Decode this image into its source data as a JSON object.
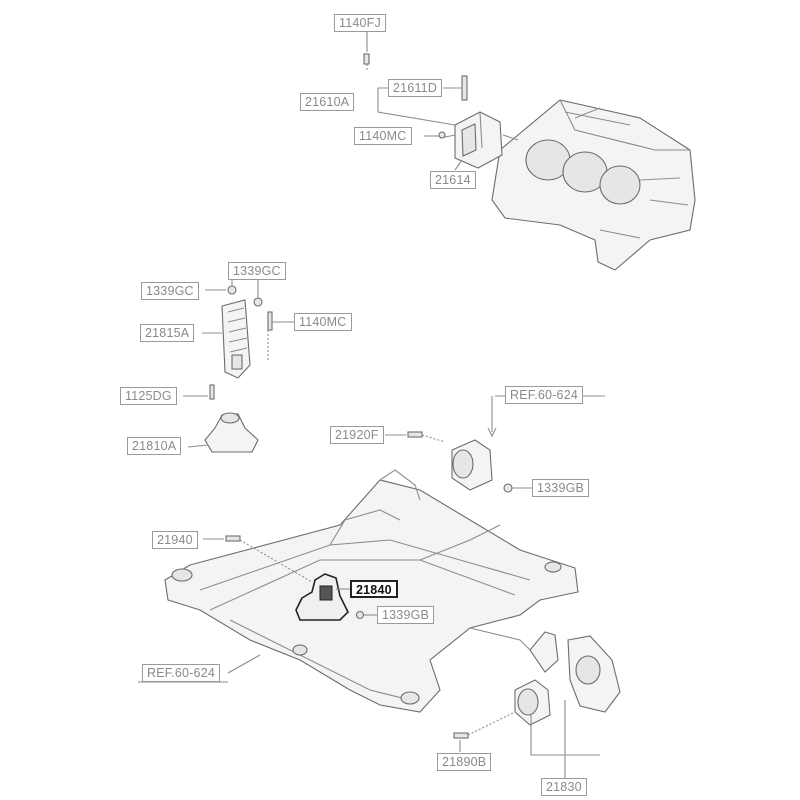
{
  "labels": {
    "l_1140FJ": "1140FJ",
    "l_21611D": "21611D",
    "l_21610A": "21610A",
    "l_1140MC_top": "1140MC",
    "l_21614": "21614",
    "l_1339GC_top": "1339GC",
    "l_1339GC_left": "1339GC",
    "l_21815A": "21815A",
    "l_1140MC_mid": "1140MC",
    "l_1125DG": "1125DG",
    "l_21810A": "21810A",
    "l_REF_top": "REF.60-624",
    "l_21920F": "21920F",
    "l_1339GB_right": "1339GB",
    "l_21940": "21940",
    "l_21840": "21840",
    "l_1339GB_center": "1339GB",
    "l_REF_left": "REF.60-624",
    "l_21890B": "21890B",
    "l_21830": "21830"
  },
  "highlighted_part": "21840",
  "colors": {
    "label_border": "#9a9a9a",
    "label_text": "#8a8a8a",
    "highlight": "#222222",
    "line": "#8d8d8d"
  }
}
